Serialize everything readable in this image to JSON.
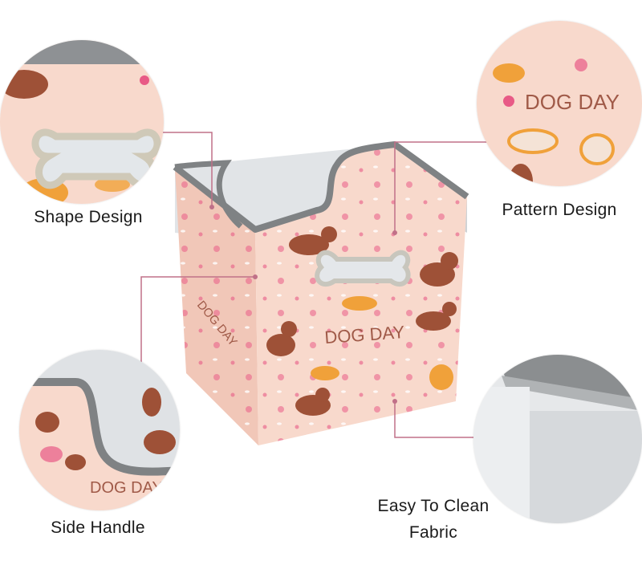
{
  "colors": {
    "fabric_pink": "#f8d9cc",
    "trim_gray": "#7f8284",
    "interior_gray": "#dcdfe2",
    "dog_brown": "#9e5137",
    "dog_orange": "#f0a13a",
    "pink_accent": "#e85a86",
    "leader_line": "#c07088",
    "metal_silver": "#d7d7d4"
  },
  "product": {
    "pattern_text_front": "DOG DAY",
    "pattern_text_side": "DOG DAY"
  },
  "callouts": {
    "shape_design": {
      "label": "Shape Design",
      "icon": "bone-handle-icon"
    },
    "pattern_design": {
      "label": "Pattern Design",
      "pattern_text": "DOG DAY"
    },
    "side_handle": {
      "label": "Side Handle",
      "pattern_text": "DOG DAY"
    },
    "easy_clean": {
      "label_line1": "Easy To Clean",
      "label_line2": "Fabric"
    }
  }
}
